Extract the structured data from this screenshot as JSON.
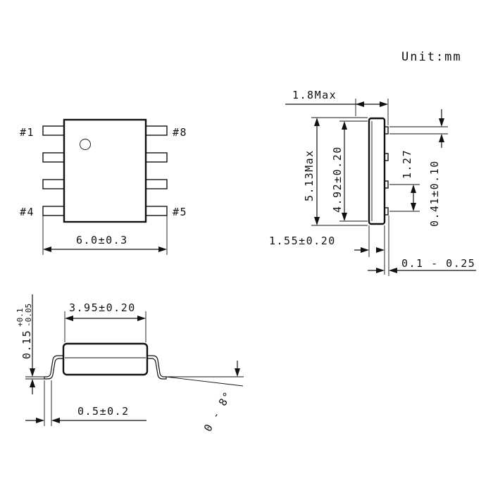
{
  "unit_label": "Unit:mm",
  "top_view": {
    "pin1": "#1",
    "pin4": "#4",
    "pin5": "#5",
    "pin8": "#8",
    "width_dim": "6.0±0.3"
  },
  "side_view": {
    "max_thickness": "1.8Max",
    "max_length": "5.13Max",
    "body_length": "4.92±0.20",
    "pitch": "1.27",
    "lead_width": "0.41±0.10",
    "body_height": "1.55±0.20",
    "standoff": "0.1 - 0.25"
  },
  "end_view": {
    "body_width": "3.95±0.20",
    "lead_thickness_base": "0.15",
    "lead_thickness_tol_plus": "+0.1",
    "lead_thickness_tol_minus": "-0.05",
    "foot_length": "0.5±0.2",
    "foot_angle": "0 - 8°"
  }
}
